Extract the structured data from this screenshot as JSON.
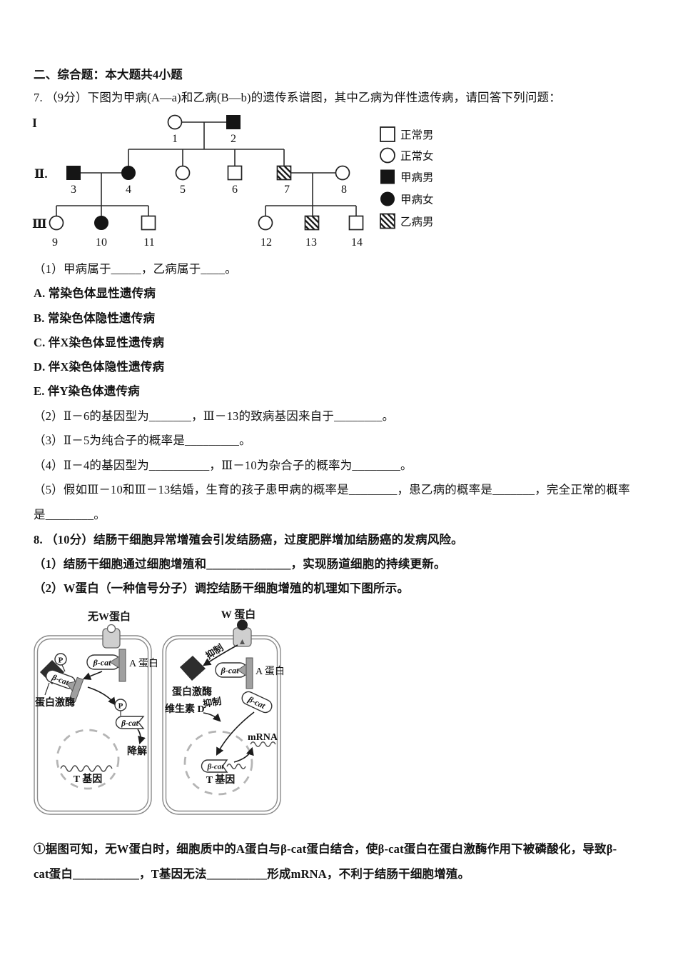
{
  "doc": {
    "section_header": "二、综合题：本大题共4小题",
    "q7": {
      "stem": "7. （9分）下图为甲病(A—a)和乙病(B—b)的遗传系谱图，其中乙病为伴性遗传病，请回答下列问题：",
      "blank1": "（1）甲病属于_____，乙病属于____。",
      "options": [
        "A. 常染色体显性遗传病",
        "B. 常染色体隐性遗传病",
        "C. 伴X染色体显性遗传病",
        "D. 伴X染色体隐性遗传病",
        "E. 伴Y染色体遗传病"
      ],
      "blank2": "（2）Ⅱ－6的基因型为_______，Ⅲ－13的致病基因来自于________。",
      "blank3": "（3）Ⅱ－5为纯合子的概率是_________。",
      "blank4": "（4）Ⅱ－4的基因型为__________，Ⅲ－10为杂合子的概率为________。",
      "blank5_line1": "（5）假如Ⅲ－10和Ⅲ－13结婚，生育的孩子患甲病的概率是________，患乙病的概率是_______，完全正常的概率",
      "blank5_line2": "是________。",
      "pedigree": {
        "generation_labels": [
          "I",
          "Ⅱ.",
          "Ⅲ"
        ],
        "individuals": [
          {
            "num": "1",
            "gen": "I",
            "sex": "female",
            "status": "正常"
          },
          {
            "num": "2",
            "gen": "I",
            "sex": "male",
            "status": "甲病"
          },
          {
            "num": "3",
            "gen": "Ⅱ",
            "sex": "male",
            "status": "甲病"
          },
          {
            "num": "4",
            "gen": "Ⅱ",
            "sex": "female",
            "status": "甲病"
          },
          {
            "num": "5",
            "gen": "Ⅱ",
            "sex": "female",
            "status": "正常"
          },
          {
            "num": "6",
            "gen": "Ⅱ",
            "sex": "male",
            "status": "正常"
          },
          {
            "num": "7",
            "gen": "Ⅱ",
            "sex": "male",
            "status": "乙病"
          },
          {
            "num": "8",
            "gen": "Ⅱ",
            "sex": "female",
            "status": "正常"
          },
          {
            "num": "9",
            "gen": "Ⅲ",
            "sex": "female",
            "status": "正常"
          },
          {
            "num": "10",
            "gen": "Ⅲ",
            "sex": "female",
            "status": "甲病"
          },
          {
            "num": "11",
            "gen": "Ⅲ",
            "sex": "male",
            "status": "正常"
          },
          {
            "num": "12",
            "gen": "Ⅲ",
            "sex": "female",
            "status": "正常"
          },
          {
            "num": "13",
            "gen": "Ⅲ",
            "sex": "male",
            "status": "乙病"
          },
          {
            "num": "14",
            "gen": "Ⅲ",
            "sex": "male",
            "status": "正常"
          }
        ],
        "legend": [
          {
            "symbol": "normal-male",
            "label": "正常男"
          },
          {
            "symbol": "normal-female",
            "label": "正常女"
          },
          {
            "symbol": "disease-a-male",
            "label": "甲病男"
          },
          {
            "symbol": "disease-a-female",
            "label": "甲病女"
          },
          {
            "symbol": "disease-b-male",
            "label": "乙病男"
          }
        ]
      }
    },
    "q8": {
      "stem": "8. （10分）结肠干细胞异常增殖会引发结肠癌，过度肥胖增加结肠癌的发病风险。",
      "blank1": "（1）结肠干细胞通过细胞增殖和______________，实现肠道细胞的持续更新。",
      "intro2": "（2）W蛋白（一种信号分子）调控结肠干细胞增殖的机理如下图所示。",
      "diagram": {
        "left_cell": {
          "title": "无W蛋白",
          "beta_cat": "β-cat",
          "a_protein": "A 蛋白",
          "p": "P",
          "kinase": "蛋白激酶",
          "degrade": "降解",
          "t_gene": "T 基因"
        },
        "right_cell": {
          "title": "W 蛋白",
          "inhibit": "抑制",
          "beta_cat": "β-cat",
          "a_protein": "A 蛋白",
          "kinase": "蛋白激酶",
          "vitamin_d": "维生素 D",
          "inhibit2": "抑制",
          "mrna": "mRNA",
          "t_gene": "T 基因"
        }
      },
      "note1_line1": "①据图可知，无W蛋白时，细胞质中的A蛋白与β-cat蛋白结合，使β-cat蛋白在蛋白激酶作用下被磷酸化，导致β-",
      "note1_line2": "cat蛋白___________，T基因无法__________形成mRNA，不利于结肠干细胞增殖。"
    }
  }
}
